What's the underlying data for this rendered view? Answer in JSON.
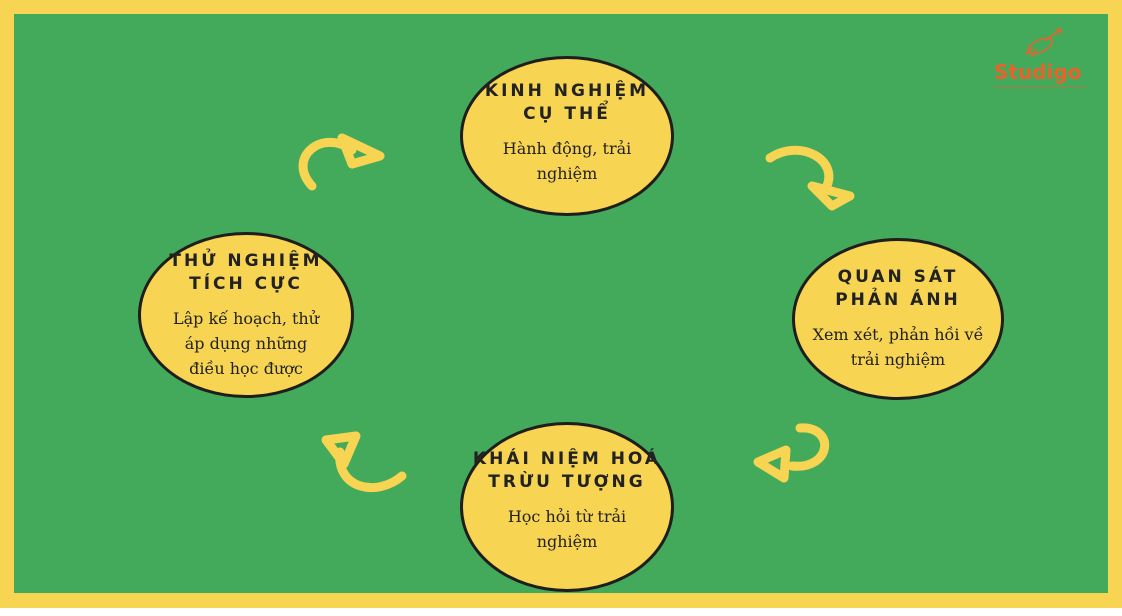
{
  "nodes": {
    "top": {
      "title": "KINH NGHIỆM\nCỤ THỂ",
      "description": "Hành động, trải\nnghiệm"
    },
    "right": {
      "title": "QUAN SÁT\nPHẢN ÁNH",
      "description": "Xem xét, phản hồi về\ntrải nghiệm"
    },
    "bottom": {
      "title": "KHÁI NIỆM HOÁ\nTRỪU TƯỢNG",
      "description": "Học hỏi từ trải\nnghiệm"
    },
    "left": {
      "title": "THỬ NGHIỆM\nTÍCH CỰC",
      "description": "Lập kế hoạch, thử\náp dụng những\nđiều học được"
    }
  },
  "logo": {
    "text": "Studigo"
  },
  "colors": {
    "frame": "#f7d451",
    "background": "#44aa5b",
    "node_fill": "#f7d451",
    "node_border": "#1e1e1e",
    "arrow": "#f7d451",
    "logo": "#e8632b"
  }
}
